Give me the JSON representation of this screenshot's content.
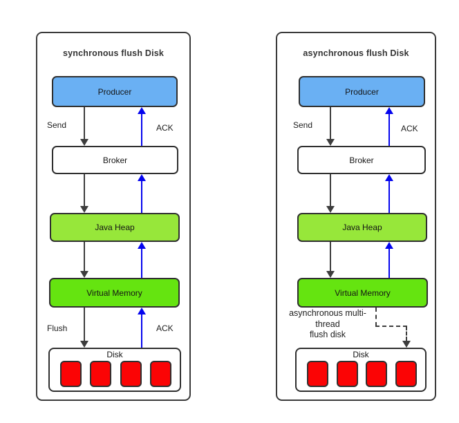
{
  "colors": {
    "producer_fill": "#6ab0f3",
    "java_heap_fill": "#97e73a",
    "virtual_memory_fill": "#65e410",
    "disk_block_fill": "#fb0405",
    "black_arrow": "#3d3d3d",
    "blue_arrow": "#0404ee",
    "box_border": "#2f2f2f"
  },
  "panels": [
    {
      "title": "synchronous flush Disk",
      "nodes": {
        "producer": "Producer",
        "broker": "Broker",
        "java_heap": "Java Heap",
        "virtual_memory": "Virtual Memory",
        "disk": "Disk"
      },
      "labels": {
        "send": "Send",
        "ack_top": "ACK",
        "flush": "Flush",
        "ack_bottom": "ACK"
      }
    },
    {
      "title": "asynchronous flush Disk",
      "nodes": {
        "producer": "Producer",
        "broker": "Broker",
        "java_heap": "Java Heap",
        "virtual_memory": "Virtual Memory",
        "disk": "Disk"
      },
      "labels": {
        "send": "Send",
        "ack_top": "ACK",
        "async_note_lines": [
          "asynchronous multi-",
          "thread",
          "flush disk"
        ]
      }
    }
  ]
}
